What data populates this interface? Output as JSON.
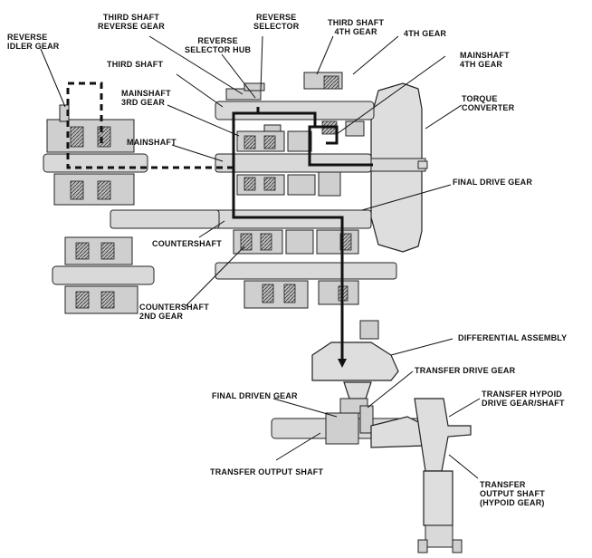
{
  "labels": {
    "reverse_idler_gear": [
      "REVERSE",
      "IDLER GEAR"
    ],
    "third_shaft_reverse_gear": [
      "THIRD SHAFT",
      "REVERSE GEAR"
    ],
    "reverse_selector": [
      "REVERSE",
      "SELECTOR"
    ],
    "third_shaft_4th_gear": [
      "THIRD SHAFT",
      "4TH GEAR"
    ],
    "fourth_gear": [
      "4TH GEAR"
    ],
    "reverse_selector_hub": [
      "REVERSE",
      "SELECTOR HUB"
    ],
    "mainshaft_4th_gear": [
      "MAINSHAFT",
      "4TH GEAR"
    ],
    "third_shaft": [
      "THIRD SHAFT"
    ],
    "torque_converter": [
      "TORQUE",
      "CONVERTER"
    ],
    "mainshaft_3rd_gear": [
      "MAINSHAFT",
      "3RD GEAR"
    ],
    "mainshaft": [
      "MAINSHAFT"
    ],
    "final_drive_gear": [
      "FINAL DRIVE GEAR"
    ],
    "countershaft": [
      "COUNTERSHAFT"
    ],
    "countershaft_2nd_gear": [
      "COUNTERSHAFT",
      "2ND GEAR"
    ],
    "differential_assembly": [
      "DIFFERENTIAL ASSEMBLY"
    ],
    "transfer_drive_gear": [
      "TRANSFER DRIVE GEAR"
    ],
    "final_driven_gear": [
      "FINAL DRIVEN GEAR"
    ],
    "transfer_hypoid_drive_gear_shaft": [
      "TRANSFER HYPOID",
      "DRIVE GEAR/SHAFT"
    ],
    "transfer_output_shaft": [
      "TRANSFER OUTPUT SHAFT"
    ],
    "transfer_output_shaft_hypoid_gear": [
      "TRANSFER",
      "OUTPUT SHAFT",
      "(HYPOID GEAR)"
    ]
  }
}
